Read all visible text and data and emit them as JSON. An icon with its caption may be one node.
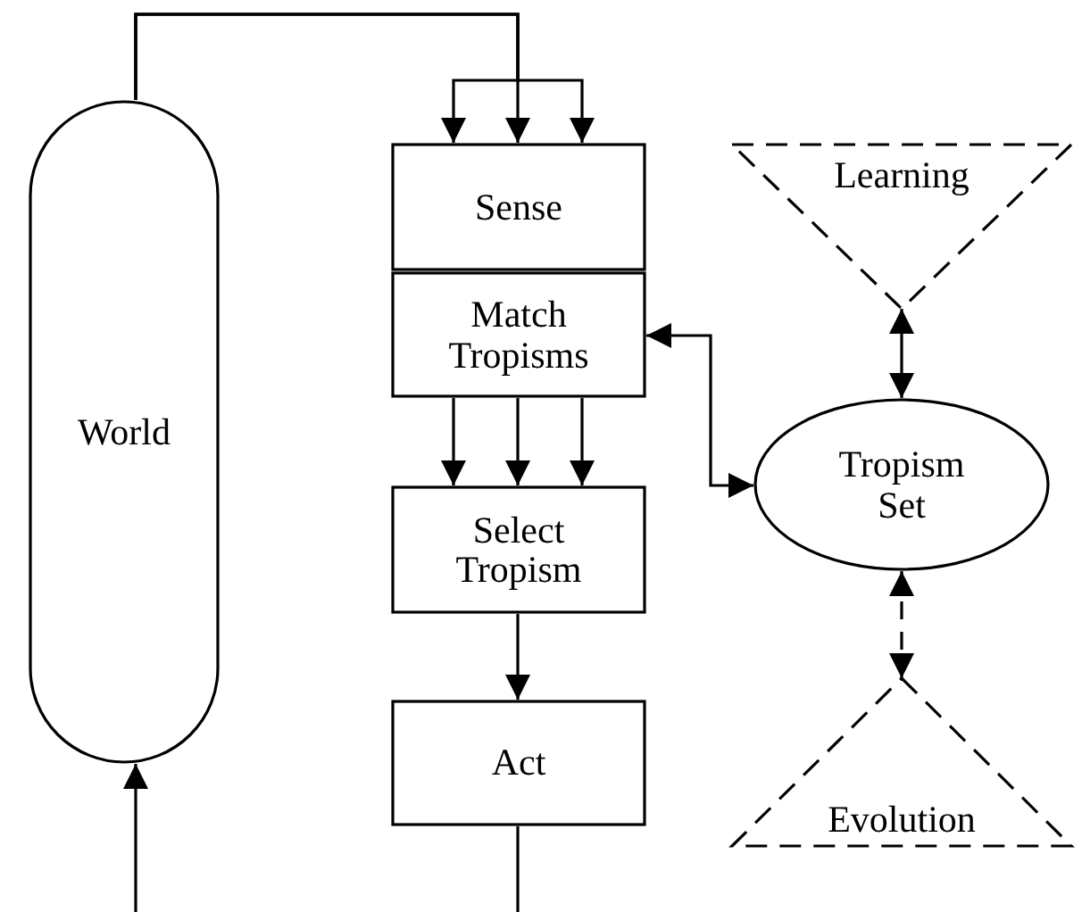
{
  "diagram": {
    "nodes": [
      {
        "text": [
          "World"
        ]
      },
      {
        "text": [
          "Sense"
        ]
      },
      {
        "text": [
          "Match Tropisms"
        ]
      },
      {
        "text": [
          "Select Tropism"
        ]
      },
      {
        "text": [
          "Act"
        ]
      },
      {
        "text": [
          "Learning"
        ]
      },
      {
        "text": [
          "Tropism Set"
        ]
      },
      {
        "text": [
          "Evolution"
        ]
      }
    ],
    "edges": [
      {
        "from": 0,
        "to": 1,
        "arrow": "to"
      },
      {
        "from": 0,
        "to": 1,
        "arrow": "to"
      },
      {
        "from": 0,
        "to": 1,
        "arrow": "to"
      },
      {
        "from": 2,
        "to": 3,
        "arrow": "to"
      },
      {
        "from": 2,
        "to": 3,
        "arrow": "to"
      },
      {
        "from": 2,
        "to": 3,
        "arrow": "to"
      },
      {
        "from": 3,
        "to": 4,
        "arrow": "to"
      },
      {
        "from": 4,
        "to": null,
        "arrow": "none"
      },
      {
        "from": null,
        "to": 0,
        "arrow": "to"
      },
      {
        "from": 2,
        "to": 6,
        "arrow": "both"
      },
      {
        "from": 5,
        "to": 6,
        "arrow": "both"
      },
      {
        "from": 6,
        "to": 7,
        "arrow": "both",
        "style": "dashed"
      }
    ]
  }
}
